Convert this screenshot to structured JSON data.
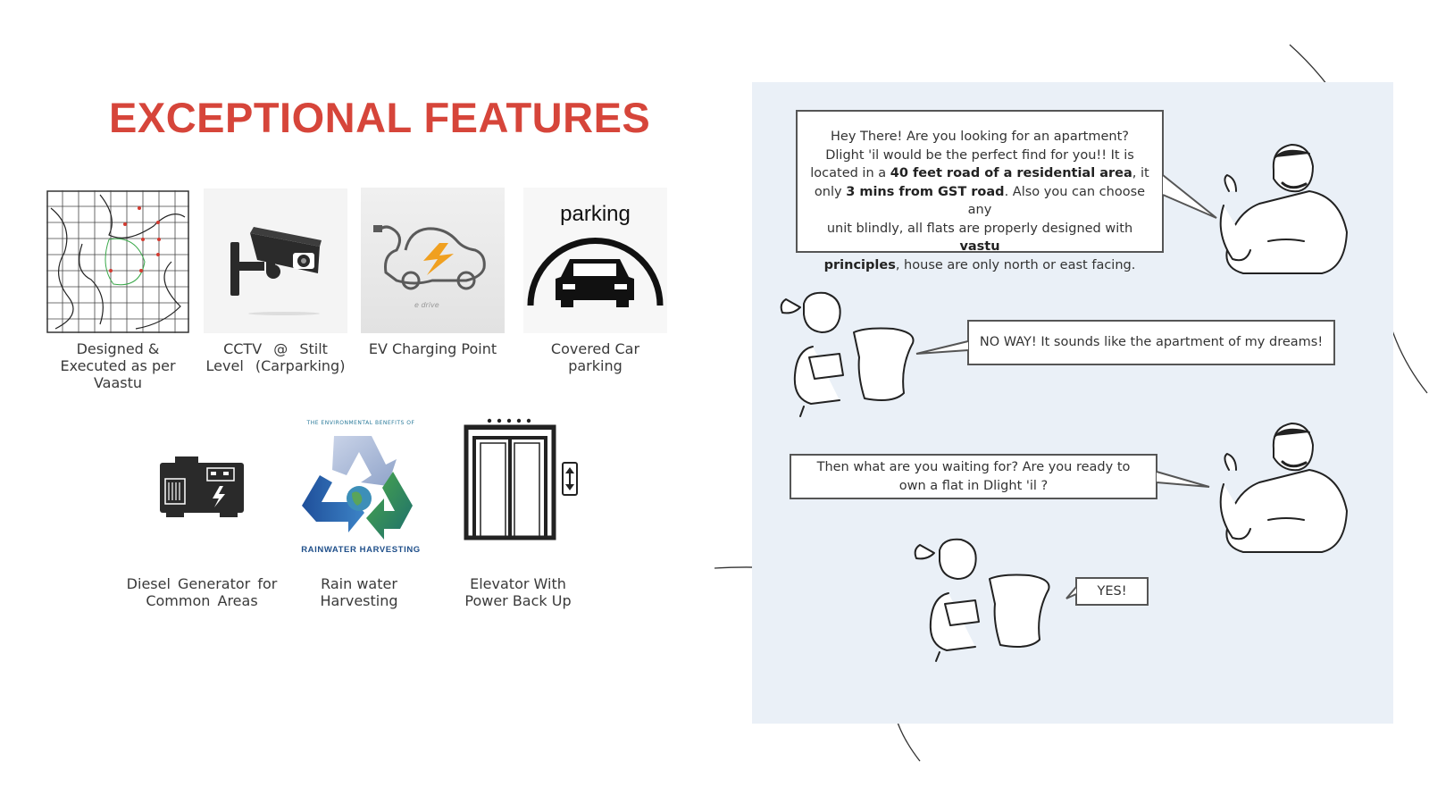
{
  "page": {
    "title": "EXCEPTIONAL FEATURES",
    "accent_color": "#d6453a",
    "panel_color": "#eaf0f7"
  },
  "features": [
    {
      "id": "vaastu",
      "label": "Designed & Executed as per Vaastu",
      "icon": "vaastu-grid-icon"
    },
    {
      "id": "cctv",
      "label": "CCTV @ Stilt Level (Carparking)",
      "icon": "cctv-camera-icon"
    },
    {
      "id": "ev",
      "label": "EV Charging Point",
      "icon": "ev-charging-icon",
      "image_text": "e drive"
    },
    {
      "id": "parking",
      "label": "Covered Car parking",
      "icon": "parking-icon",
      "image_text": "parking"
    },
    {
      "id": "generator",
      "label": "Diesel Generator for Common Areas",
      "icon": "generator-icon"
    },
    {
      "id": "rainwater",
      "label": "Rain water Harvesting",
      "icon": "rainwater-harvesting-icon",
      "image_top_text": "THE ENVIRONMENTAL BENEFITS OF",
      "image_bottom_text": "RAINWATER HARVESTING"
    },
    {
      "id": "elevator",
      "label": "Elevator With Power Back Up",
      "icon": "elevator-icon"
    }
  ],
  "dialogue": {
    "bubble1": {
      "t1": "Hey There! Are you looking for an apartment?",
      "t2": "Dlight 'il would be the perfect find for you!! It is",
      "t3": "located in a ",
      "b1": "40 feet road of a residential area",
      "t4": ", it",
      "t5": "only ",
      "b2": "3 mins from GST road",
      "t6": ". Also you can choose any",
      "t7": "unit blindly, all flats are properly designed with ",
      "b3": "vastu",
      "b4": "principles",
      "t8": ", house are only north or east facing."
    },
    "bubble2": "NO WAY! It sounds like the apartment of my dreams!",
    "bubble3_line1": "Then what are you waiting for? Are you ready to",
    "bubble3_line2": "own a flat in Dlight 'il ?",
    "bubble4": "YES!"
  }
}
